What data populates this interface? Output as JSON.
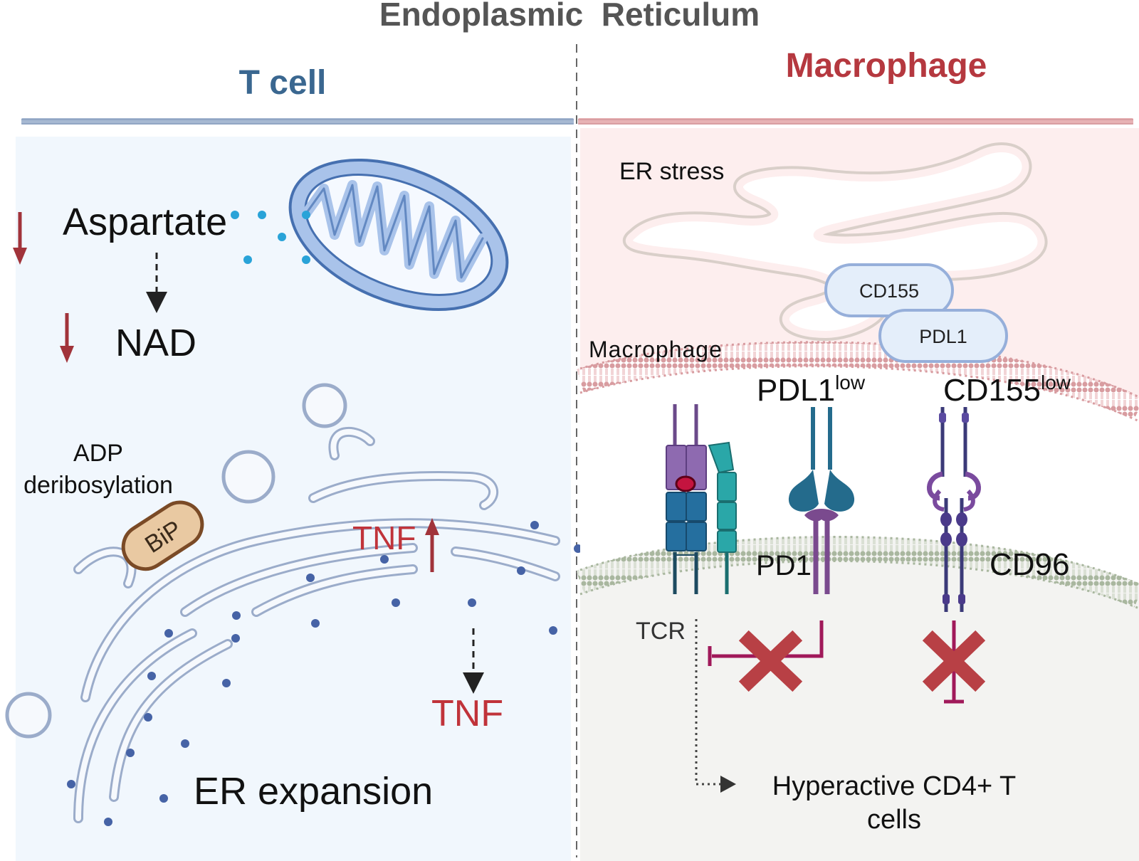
{
  "title": "Endoplasmic  Reticulum",
  "left": {
    "cell_label": "T cell",
    "aspartate": "Aspartate",
    "nad": "NAD",
    "adp_line1": "ADP",
    "adp_line2": "deribosylation",
    "bip": "BiP",
    "tnf_up": "TNF",
    "tnf_out": "TNF",
    "er_expansion": "ER expansion"
  },
  "right": {
    "cell_label": "Macrophage",
    "er_stress": "ER stress",
    "cd155_pill": "CD155",
    "pdl1_pill": "PDL1",
    "membrane_label": "Macrophage",
    "pdl1_low": "PDL1",
    "pdl1_low_sup": "low",
    "cd155_low": "CD155",
    "cd155_low_sup": "low",
    "pd1": "PD1",
    "cd96": "CD96",
    "tcr": "TCR",
    "hyperactive_line1": "Hyperactive CD4+ T",
    "hyperactive_line2": "cells"
  },
  "colors": {
    "tcell_accent": "#3a6790",
    "macrophage_accent": "#b5383f",
    "tcell_bg": "#f1f7fd",
    "macrophage_bg": "#fdeeee",
    "inhibit": "#a0195a",
    "cross": "#b84045"
  }
}
